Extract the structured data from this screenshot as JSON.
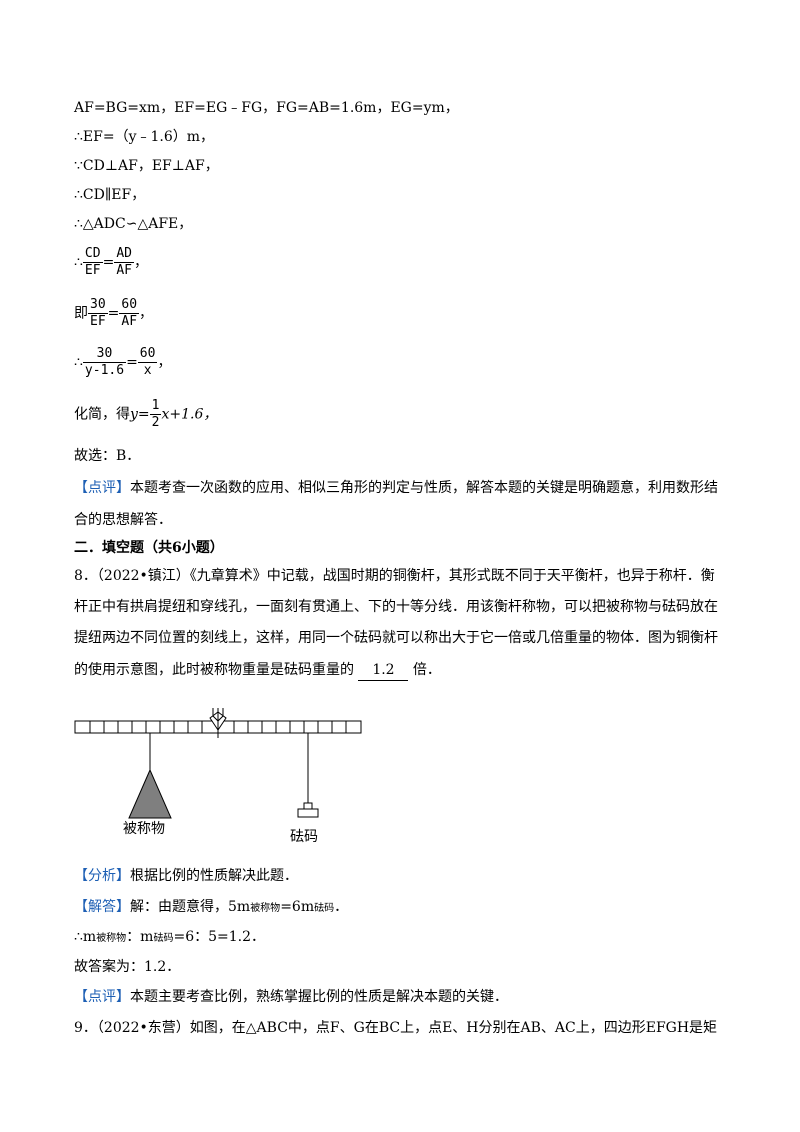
{
  "top": {
    "l1": "AF=BG=xm，EF=EG﹣FG，FG=AB=1.6m，EG=ym，",
    "l2": "∴EF=（y﹣1.6）m，",
    "l3": "∵CD⊥AF，EF⊥AF，",
    "l4": "∴CD∥EF，",
    "l5": "∴△ADC∽△AFE，",
    "f1_prefix": "∴",
    "f1_n1": "CD",
    "f1_d1": "EF",
    "f1_n2": "AD",
    "f1_d2": "AF",
    "f1_suffix": "，",
    "f2_prefix": "即",
    "f2_n1": "30",
    "f2_d1": "EF",
    "f2_n2": "60",
    "f2_d2": "AF",
    "f2_suffix": "，",
    "f3_prefix": "∴",
    "f3_n1": "30",
    "f3_d1": "y-1.6",
    "f3_n2": "60",
    "f3_d2": "x",
    "f3_suffix": "，",
    "simplify_prefix": "化简，得",
    "simplify_y": "y=",
    "simplify_n": "1",
    "simplify_d": "2",
    "simplify_rest": "x+1.6，",
    "choice": "故选：B．",
    "comment_tag": "【点评】",
    "comment_l1": "本题考查一次函数的应用、相似三角形的判定与性质，解答本题的关键是明确题意，利用数形结",
    "comment_l2": "合的思想解答．"
  },
  "section": {
    "title": "二．填空题（共6小题）"
  },
  "q8": {
    "l1": "8．（2022•镇江）《九章算术》中记载，战国时期的铜衡杆，其形式既不同于天平衡杆，也异于称杆．衡",
    "l2": "杆正中有拱肩提纽和穿线孔，一面刻有贯通上、下的十等分线．用该衡杆称物，可以把被称物与砝码放在",
    "l3": "提纽两边不同位置的刻线上，这样，用同一个砝码就可以称出大于它一倍或几倍重量的物体．图为铜衡杆",
    "l4_pre": "的使用示意图，此时被称物重量是砝码重量的",
    "answer": "1.2",
    "l4_post": "倍．",
    "fig_label_left": "被称物",
    "fig_label_right": "砝码",
    "analysis_tag": "【分析】",
    "analysis": "根据比例的性质解决此题．",
    "solution_tag": "【解答】",
    "sol1_a": "解：由题意得，5m",
    "sol1_sub1": "被称物",
    "sol1_b": "=6m",
    "sol1_sub2": "砝码",
    "sol1_c": "．",
    "sol2_a": "∴m",
    "sol2_sub1": "被称物",
    "sol2_b": "：m",
    "sol2_sub2": "砝码",
    "sol2_c": "=6：5=1.2．",
    "final": "故答案为：1.2．",
    "comment_tag": "【点评】",
    "comment": "本题主要考查比例，熟练掌握比例的性质是解决本题的关键．"
  },
  "q9": {
    "l1": "9．（2022•东营）如图，在△ABC中，点F、G在BC上，点E、H分别在AB、AC上，四边形EFGH是矩"
  },
  "colors": {
    "tag": "#1d5fb4",
    "triangle": "#7f7f7f"
  }
}
